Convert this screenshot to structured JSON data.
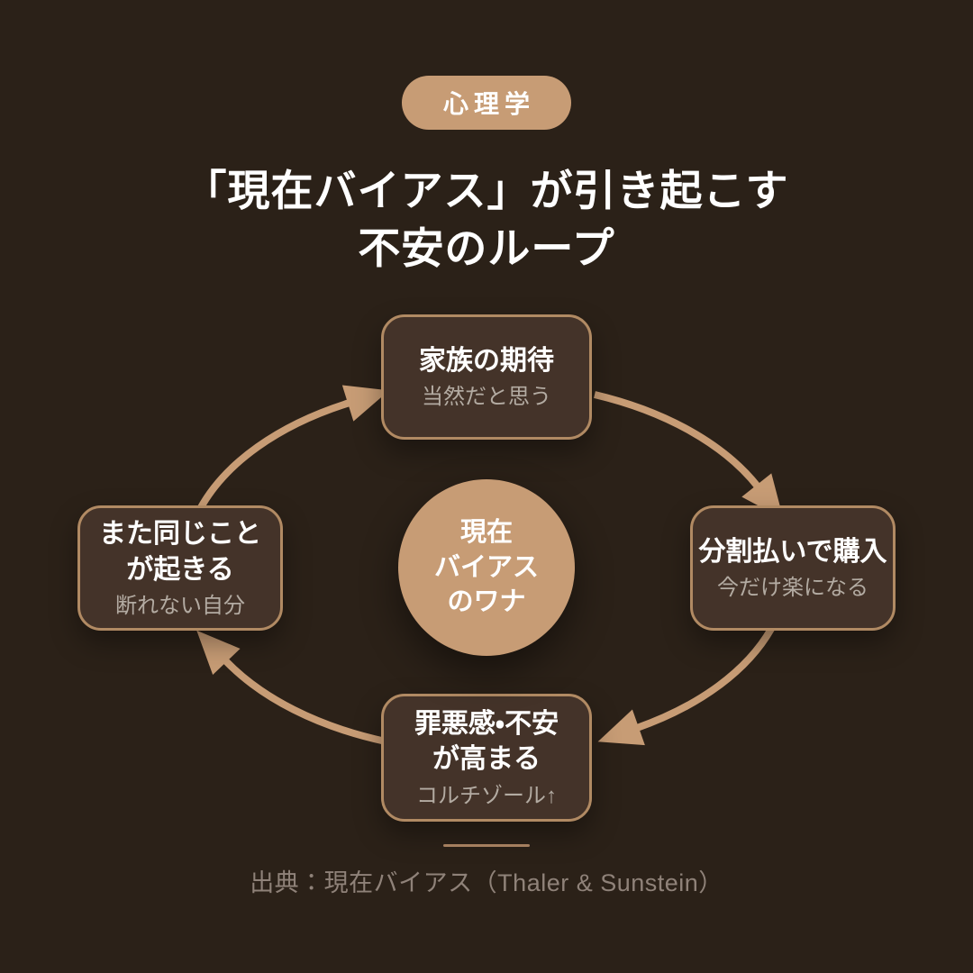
{
  "theme": {
    "background": "#2b2118",
    "node_fill": "#443329",
    "node_border": "#b18a63",
    "accent": "#c79c75",
    "title_color": "#ffffff",
    "subtitle_color": "#b3aba2",
    "footer_color": "#8f8279",
    "divider_color": "#a57f5f"
  },
  "badge": {
    "label": "心理学"
  },
  "title": {
    "line1": "「現在バイアス」が引き起こす",
    "line2": "不安のループ"
  },
  "diagram": {
    "center": {
      "lines": [
        "現在",
        "バイアス",
        "のワナ"
      ]
    },
    "nodes": [
      {
        "id": "family-expectations",
        "title_lines": [
          "家族の期待"
        ],
        "subtitle": "当然だと思う"
      },
      {
        "id": "installment-purchase",
        "title_lines": [
          "分割払いで購入"
        ],
        "subtitle": "今だけ楽になる"
      },
      {
        "id": "guilt-anxiety-rises",
        "title_lines": [
          "罪悪感・不安",
          "が高まる"
        ],
        "subtitle": "コルチゾール↑"
      },
      {
        "id": "same-thing-happens-again",
        "title_lines": [
          "また同じこと",
          "が起きる"
        ],
        "subtitle": "断れない自分"
      }
    ],
    "flow_direction": "clockwise"
  },
  "footer": {
    "source": "出典：現在バイアス（Thaler & Sunstein）"
  }
}
